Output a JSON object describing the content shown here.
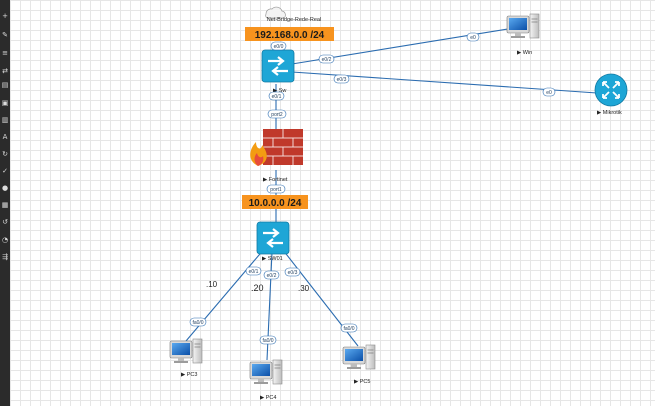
{
  "toolbar": {
    "icons": [
      "add-icon",
      "pencil-icon",
      "list-icon",
      "transfer-icon",
      "layers-icon",
      "image-icon",
      "document-icon",
      "text-icon",
      "refresh-icon",
      "edit-icon",
      "info-icon",
      "grid-icon",
      "undo-icon",
      "clock-icon",
      "share-icon"
    ]
  },
  "cloud": {
    "label": "Net-Bridge-Rede-Real",
    "network": "192.168.0.0 /24"
  },
  "lan": {
    "network": "10.0.0.0 /24"
  },
  "nodes": {
    "sw": "Sw",
    "win": "Win",
    "mikrotik": "Mikrotik",
    "fortinet": "Fortinet",
    "sw01": "SW01",
    "pc3": "PC3",
    "pc4": "PC4",
    "pc5": "PC5"
  },
  "ports": {
    "sw_cloud": "e0/0",
    "sw_win": "e0/2",
    "win_sw": "e0",
    "sw_mik": "e0/3",
    "mik_sw": "e0",
    "sw_fw": "e0/1",
    "fw_sw": "port2",
    "fw_sw01": "port1",
    "sw01_pc3": "e0/1",
    "sw01_pc4": "e0/2",
    "sw01_pc5": "e0/3",
    "pc3_sw01": "fa0/0",
    "pc4_sw01": "fa0/0",
    "pc5_sw01": "fa0/0"
  },
  "ips": {
    "pc3": ".10",
    "pc4": ".20",
    "pc5": ".30"
  },
  "colors": {
    "switch": "#1ea6d6",
    "router": "#1ea6d6",
    "net_box": "#f7931e",
    "link": "#2b6cb0"
  }
}
